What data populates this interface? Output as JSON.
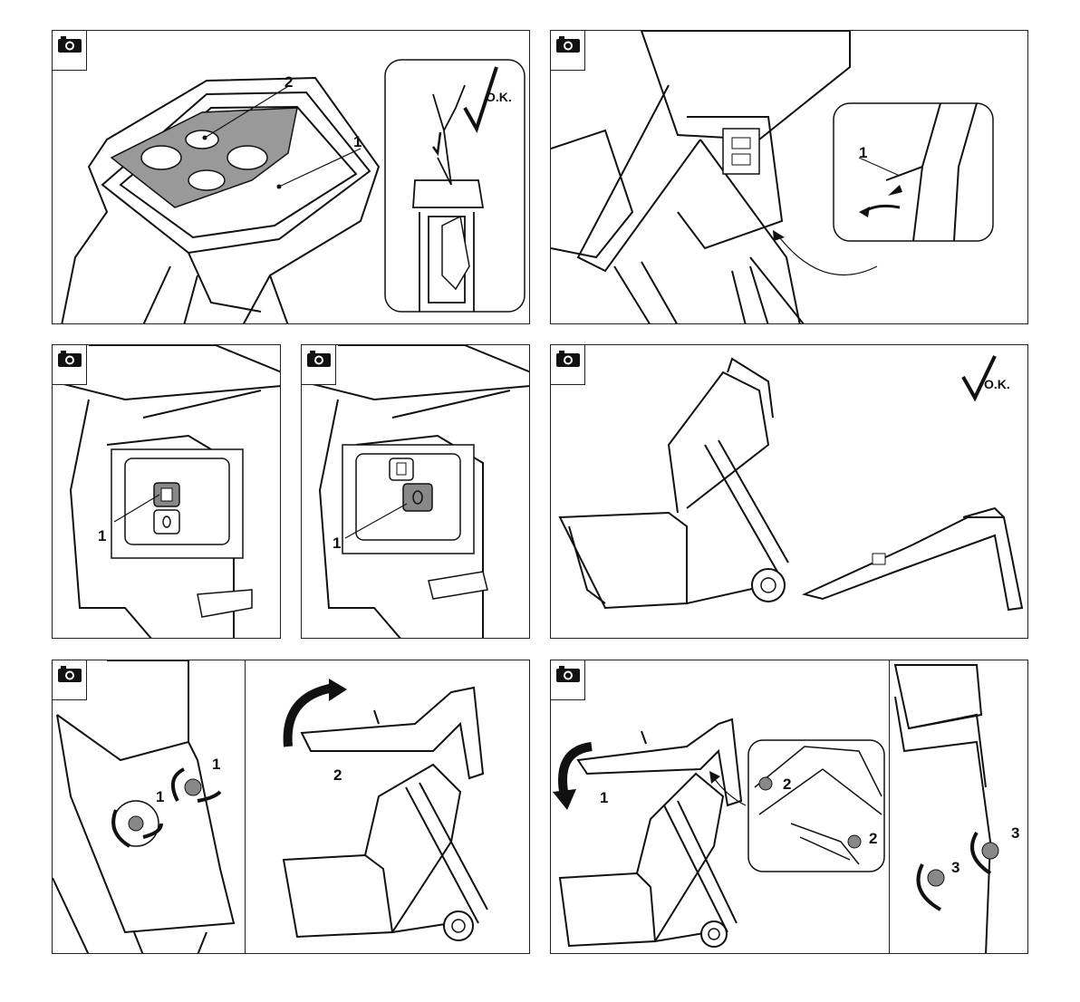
{
  "panels": {
    "p1": {
      "callout_1": "1",
      "callout_2": "2",
      "ok": "O.K."
    },
    "p2": {
      "callout_1": "1"
    },
    "p3": {
      "callout_1": "1"
    },
    "p4": {
      "callout_1": "1"
    },
    "p5": {
      "ok": "O.K."
    },
    "p6": {
      "callout_1a": "1",
      "callout_1b": "1",
      "callout_2": "2"
    },
    "p7": {
      "callout_1": "1",
      "callout_2a": "2",
      "callout_2b": "2",
      "callout_3a": "3",
      "callout_3b": "3"
    }
  },
  "icons": {
    "camera": "camera-icon",
    "checkmark": "checkmark-icon",
    "arrow": "curved-arrow-icon"
  }
}
